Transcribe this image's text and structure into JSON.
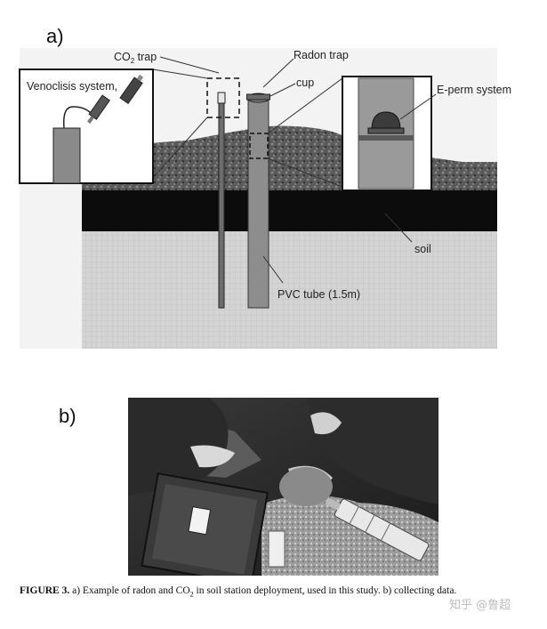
{
  "panel_a_label": "a)",
  "panel_b_label": "b)",
  "diagram": {
    "co2_trap": "CO",
    "co2_sub": "2",
    "co2_trap_suffix": " trap",
    "radon_trap": "Radon trap",
    "cup": "cup",
    "venoclisis": "Venoclisis system,",
    "eperm": "E-perm system",
    "soil": "soil",
    "pvc_tube": "PVC tube (1.5m)"
  },
  "caption": {
    "fig_label": "FIGURE 3.",
    "text_before_sub": " a) Example of radon and CO",
    "sub": "2",
    "text_after_sub": " in soil station deployment, used in this study.  b) collecting data."
  },
  "watermark": "知乎 @鲁超"
}
